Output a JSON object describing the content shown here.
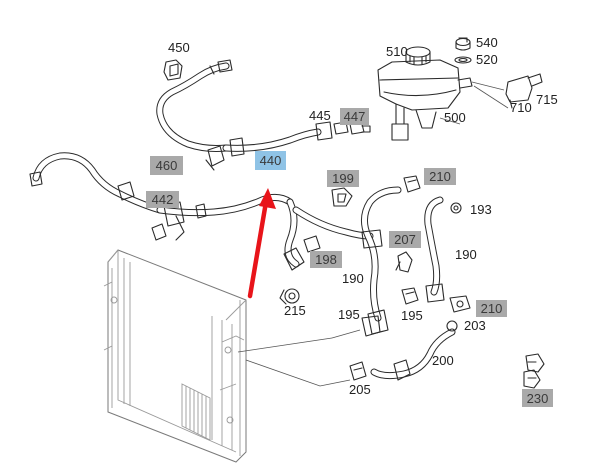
{
  "labels": {
    "p450": "450",
    "p510": "510",
    "p540": "540",
    "p520": "520",
    "p715": "715",
    "p710": "710",
    "p500": "500",
    "p445": "445",
    "p447": "447",
    "p460": "460",
    "p440": "440",
    "p199": "199",
    "p210a": "210",
    "p442": "442",
    "p193": "193",
    "p207": "207",
    "p198": "198",
    "p190a": "190",
    "p190b": "190",
    "p215": "215",
    "p195a": "195",
    "p195b": "195",
    "p210b": "210",
    "p203": "203",
    "p200": "200",
    "p205": "205",
    "p230": "230"
  },
  "colors": {
    "label_box": "#a9a9a9",
    "highlight_box": "#8fc3e6",
    "arrow": "#e8141a",
    "line": "#2b2b2b",
    "radiator": "#9a9a9a"
  }
}
